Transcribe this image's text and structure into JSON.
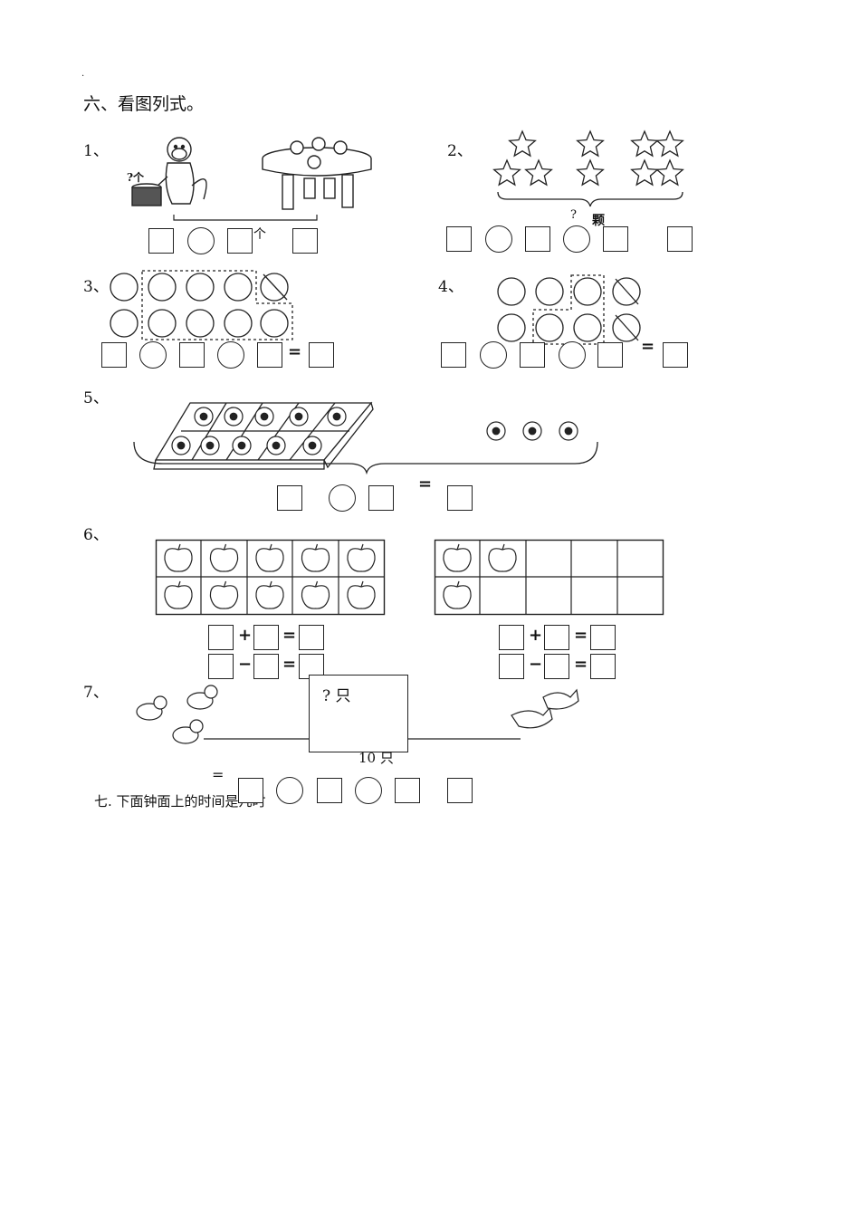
{
  "heading": "六、看图列式。",
  "q1": {
    "num": "1、",
    "question_mark": "?个",
    "unit": "个"
  },
  "q2": {
    "num": "2、",
    "question_mark": "?",
    "unit": "颗"
  },
  "q3": {
    "num": "3、",
    "equals": "="
  },
  "q4": {
    "num": "4、",
    "equals": "="
  },
  "q5": {
    "num": "5、",
    "equals": "="
  },
  "q6": {
    "num": "6、",
    "plus": "+",
    "minus": "−",
    "equals": "="
  },
  "q7": {
    "num": "7、",
    "box_label": "? 只",
    "total": "10 只",
    "equals": "="
  },
  "section7": "七. 下面钟面上的时间是几时"
}
